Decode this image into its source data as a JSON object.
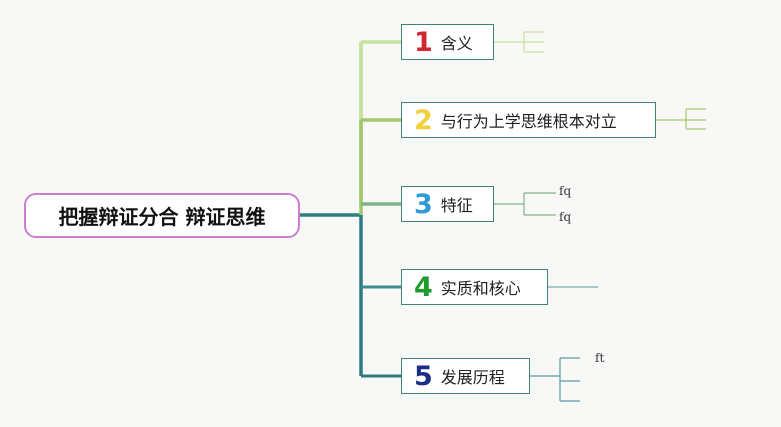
{
  "mindmap": {
    "root": "把握辩证分合 辩证思维",
    "branches": [
      {
        "number": "1",
        "label": "含义",
        "number_color": "#d22630",
        "line_color": "#c5e2a0"
      },
      {
        "number": "2",
        "label": "与行为上学思维根本对立",
        "number_color": "#f2d23c",
        "line_color": "#a3c76e"
      },
      {
        "number": "3",
        "label": "特征",
        "number_color": "#2e9ad6",
        "line_color": "#7fb488"
      },
      {
        "number": "4",
        "label": "实质和核心",
        "number_color": "#1f9a2e",
        "line_color": "#3b8d8f"
      },
      {
        "number": "5",
        "label": "发展历程",
        "number_color": "#1b2f86",
        "line_color": "#2f7a86"
      }
    ],
    "leaves": {
      "b3_1": "fq",
      "b3_2": "fq",
      "b5_1": "ft"
    }
  }
}
